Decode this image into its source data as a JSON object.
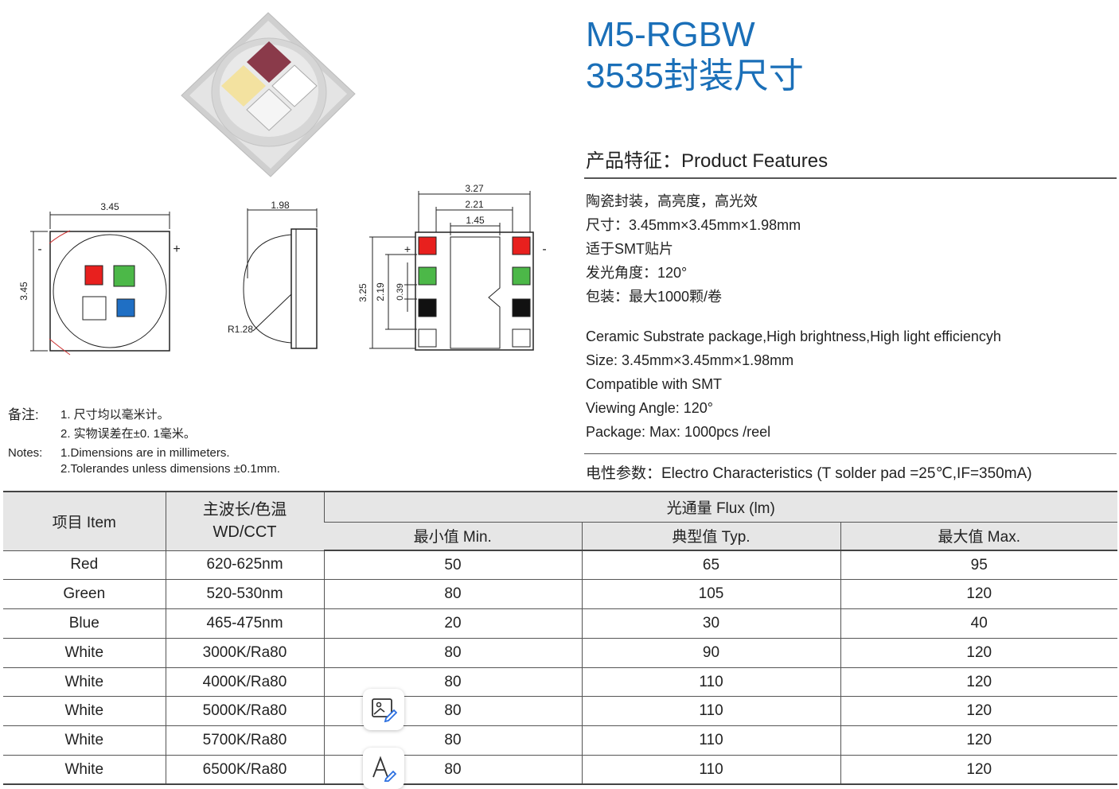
{
  "title": {
    "line1": "M5-RGBW",
    "line2": "3535封装尺寸"
  },
  "features": {
    "heading": "产品特征：Product Features",
    "cn": [
      "陶瓷封装，高亮度，高光效",
      "尺寸：3.45mm×3.45mm×1.98mm",
      "适于SMT贴片",
      "发光角度：120°",
      "包装：最大1000颗/卷"
    ],
    "en": [
      "Ceramic Substrate package,High brightness,High light efficiencyh",
      "Size: 3.45mm×3.45mm×1.98mm",
      "Compatible with SMT",
      "Viewing Angle: 120°",
      "Package: Max: 1000pcs /reel"
    ]
  },
  "electro_heading": "电性参数：Electro Characteristics (T solder pad =25℃,IF=350mA)",
  "notes": {
    "cn_label": "备注:",
    "cn": [
      "1. 尺寸均以毫米计。",
      "2. 实物误差在±0. 1毫米。"
    ],
    "en_label": "Notes:",
    "en": [
      "1.Dimensions are in millimeters.",
      "2.Tolerandes unless dimensions ±0.1mm."
    ]
  },
  "dims": {
    "top_w": "3.45",
    "top_h": "3.45",
    "minus": "-",
    "plus": "+",
    "side_w": "1.98",
    "radius": "R1.28",
    "pad_w1": "3.27",
    "pad_w2": "2.21",
    "pad_w3": "1.45",
    "pad_h1": "3.25",
    "pad_h2": "2.19",
    "pad_h3": "0.39"
  },
  "colors": {
    "accent": "#1a6fb8",
    "red": "#e8201e",
    "green": "#4cb848",
    "blue": "#1f6fc4",
    "header_bg": "#e6e6e6"
  },
  "table": {
    "item": "项目  Item",
    "wd_cn": "主波长/色温",
    "wd_en": "WD/CCT",
    "flux": "光通量  Flux (lm)",
    "min": "最小值 Min.",
    "typ": "典型值 Typ.",
    "max": "最大值 Max.",
    "rows": [
      {
        "item": "Red",
        "wd": "620-625nm",
        "min": "50",
        "typ": "65",
        "max": "95"
      },
      {
        "item": "Green",
        "wd": "520-530nm",
        "min": "80",
        "typ": "105",
        "max": "120"
      },
      {
        "item": "Blue",
        "wd": "465-475nm",
        "min": "20",
        "typ": "30",
        "max": "40"
      },
      {
        "item": "White",
        "wd": "3000K/Ra80",
        "min": "80",
        "typ": "90",
        "max": "120"
      },
      {
        "item": "White",
        "wd": "4000K/Ra80",
        "min": "80",
        "typ": "110",
        "max": "120"
      },
      {
        "item": "White",
        "wd": "5000K/Ra80",
        "min": "80",
        "typ": "110",
        "max": "120"
      },
      {
        "item": "White",
        "wd": "5700K/Ra80",
        "min": "80",
        "typ": "110",
        "max": "120"
      },
      {
        "item": "White",
        "wd": "6500K/Ra80",
        "min": "80",
        "typ": "110",
        "max": "120"
      }
    ]
  },
  "tools": {
    "image_edit": "image-edit-icon",
    "text_edit": "text-edit-icon"
  }
}
